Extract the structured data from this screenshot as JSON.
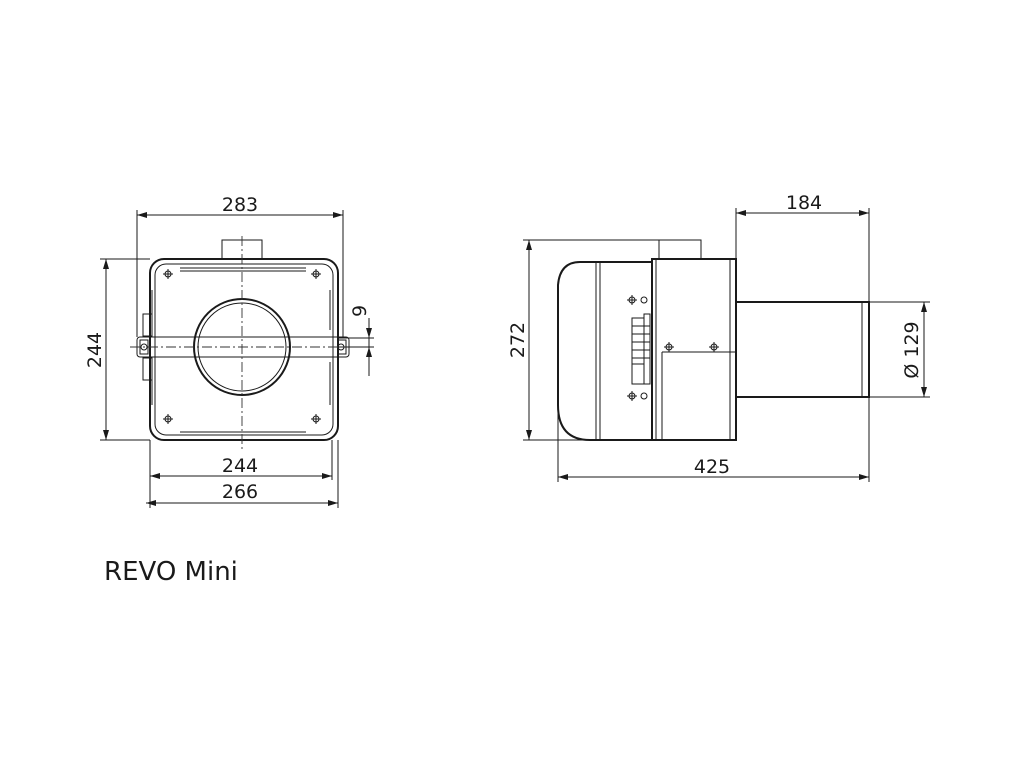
{
  "title": "REVO Mini",
  "front_view": {
    "width_overall": "283",
    "height": "244",
    "offset": "9",
    "base_inner": "244",
    "base_outer": "266"
  },
  "side_view": {
    "top_length": "184",
    "height": "272",
    "tube_diameter": "Ø 129",
    "total_length": "425"
  }
}
